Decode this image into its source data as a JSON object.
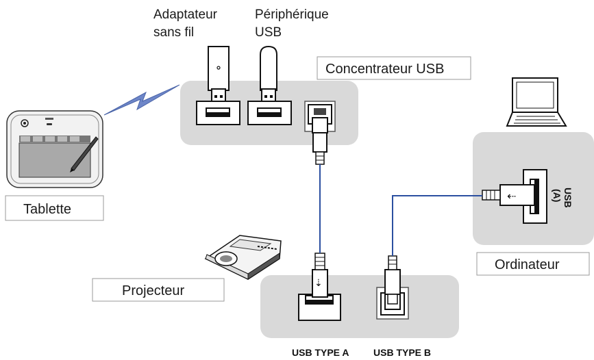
{
  "labels": {
    "wireless_adapter_line1": "Adaptateur",
    "wireless_adapter_line2": "sans fil",
    "usb_device_line1": "Périphérique",
    "usb_device_line2": "USB",
    "usb_hub": "Concentrateur USB",
    "tablet": "Tablette",
    "projector": "Projecteur",
    "computer": "Ordinateur",
    "computer_port_line1": "USB",
    "computer_port_line2": "(A)",
    "port_type_a": "USB TYPE A",
    "port_type_b": "USB TYPE B"
  },
  "colors": {
    "panel": "#d9d9d9",
    "cable": "#2b4fa0",
    "wireless": "#6e86c8"
  }
}
